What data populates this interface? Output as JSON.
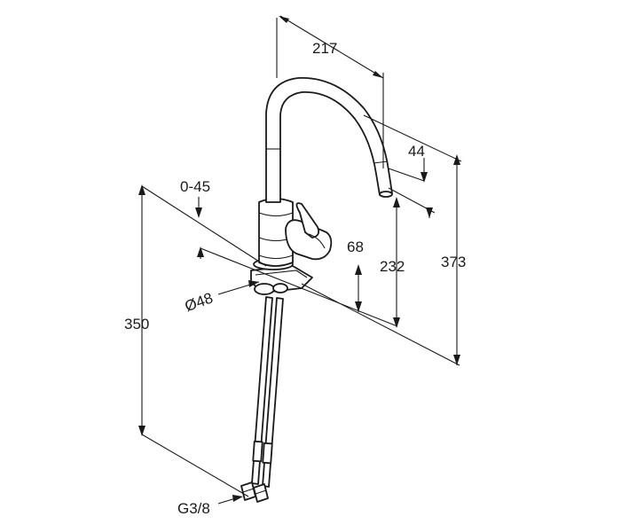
{
  "drawing": {
    "dimensions": {
      "reach": "217",
      "spout_tip": "44",
      "swivel_angle": "0-45",
      "lever_height": "68",
      "outlet_height": "232",
      "total_height": "373",
      "body_diameter": "Ø48",
      "hose_length": "350",
      "connection_thread": "G3/8"
    }
  },
  "colors": {
    "line": "#1a1a1a",
    "background": "#ffffff"
  }
}
